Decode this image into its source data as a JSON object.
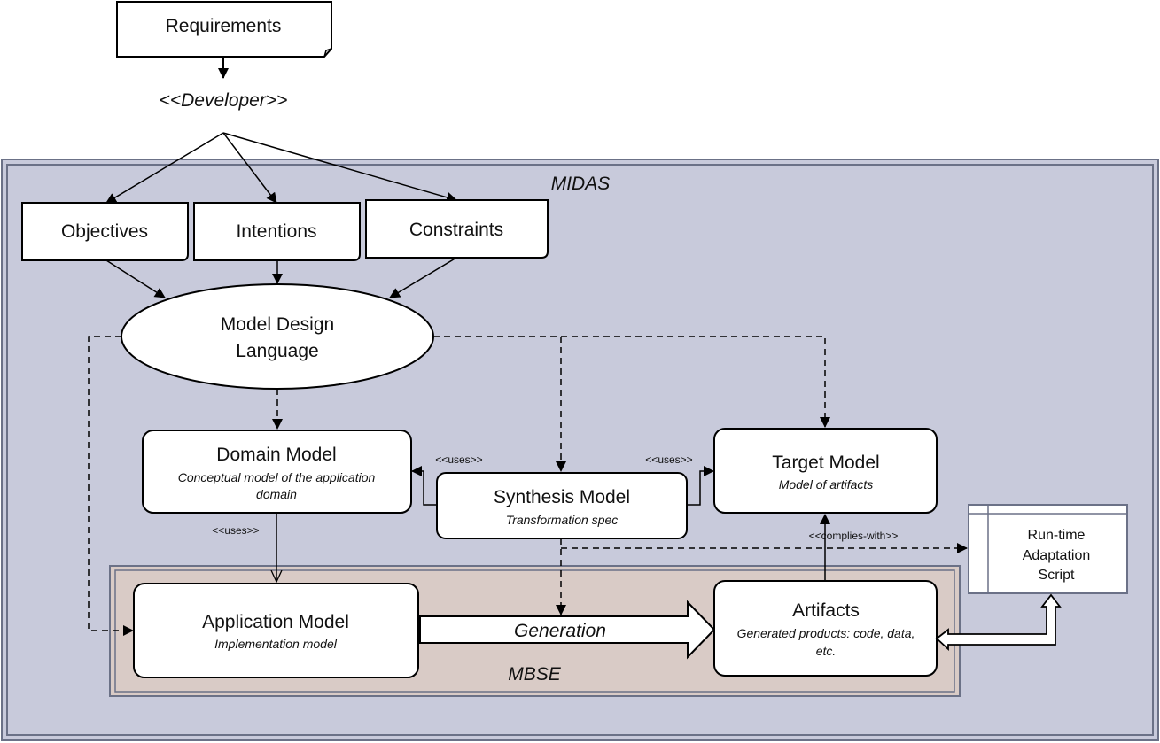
{
  "requirements": "Requirements",
  "developer": "<<Developer>>",
  "midas": "MIDAS",
  "mbse": "MBSE",
  "objectives": "Objectives",
  "intentions": "Intentions",
  "constraints": "Constraints",
  "mdl": {
    "line1": "Model Design",
    "line2": "Language"
  },
  "domain_model": {
    "title": "Domain Model",
    "sub1": "Conceptual model of the application",
    "sub2": "domain"
  },
  "synthesis_model": {
    "title": "Synthesis Model",
    "sub": "Transformation spec"
  },
  "target_model": {
    "title": "Target Model",
    "sub": "Model of artifacts"
  },
  "application_model": {
    "title": "Application Model",
    "sub": "Implementation model"
  },
  "artifacts": {
    "title": "Artifacts",
    "sub1": "Generated products: code, data,",
    "sub2": "etc."
  },
  "runtime_script": {
    "line1": "Run-time",
    "line2": "Adaptation",
    "line3": "Script"
  },
  "uses_left": "<<uses>>",
  "uses_right": "<<uses>>",
  "uses_down": "<<uses>>",
  "complies_with": "<<complies-with>>",
  "generation": "Generation",
  "colors": {
    "midas_bg": "#c8cadb",
    "mbse_bg": "#d9cbc6",
    "frame": "#6b7187"
  }
}
